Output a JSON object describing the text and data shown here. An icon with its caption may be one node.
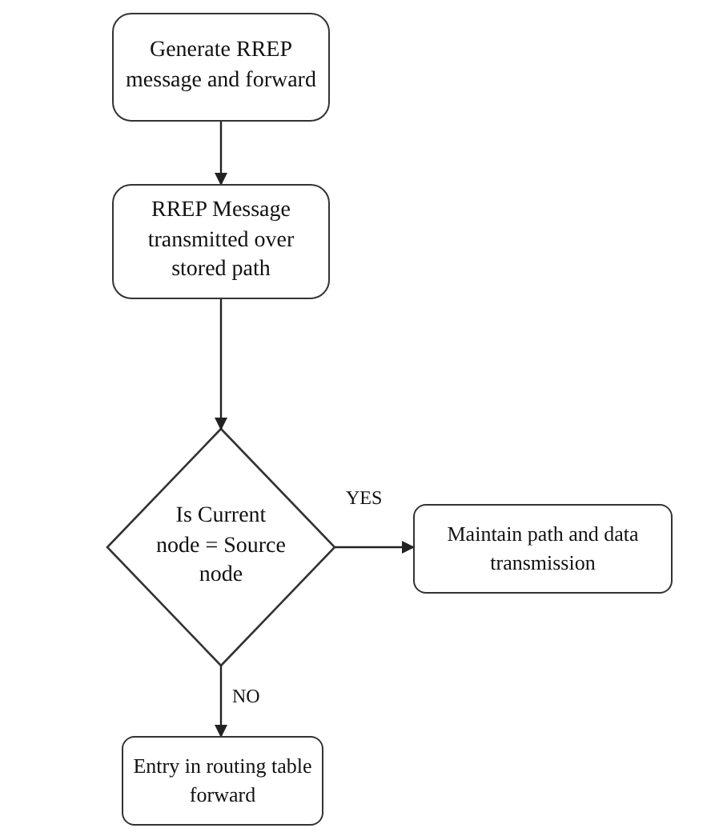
{
  "diagram": {
    "nodes": [
      {
        "text": [
          "Generate RREP message and forward"
        ]
      },
      {
        "text": [
          "RREP Message transmitted over stored path"
        ]
      },
      {
        "text": [
          "Is Current node = Source node"
        ]
      },
      {
        "text": [
          "Maintain path and data transmission"
        ]
      },
      {
        "text": [
          "Entry in routing table forward"
        ]
      }
    ],
    "edges": [
      {
        "from": 0,
        "to": 1,
        "arrow": "to"
      },
      {
        "from": 1,
        "to": 2,
        "arrow": "to"
      },
      {
        "from": 2,
        "to": 3,
        "arrow": "to",
        "label": "YES"
      },
      {
        "from": 2,
        "to": 4,
        "arrow": "to",
        "label": "NO"
      }
    ]
  }
}
